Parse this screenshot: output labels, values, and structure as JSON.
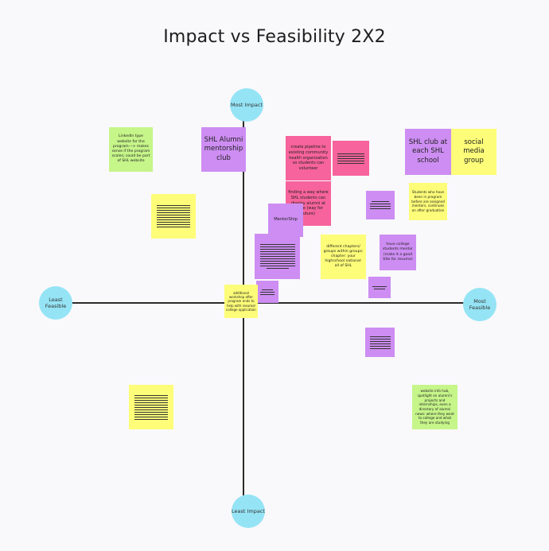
{
  "title": "Impact vs Feasibility 2X2",
  "axes": {
    "top": "Most Impact",
    "bottom": "Least Impact",
    "left": "Least Feasible",
    "right": "Most Feasible"
  },
  "notes": {
    "linkedin": "LinkedIn type website for the program---> makes sense if the program scales; could be part of SHL website",
    "alumni_mentorship": "SHL Alumni mentorship club",
    "pipeline": "create pipeline to existing community health organization so students can volunteer",
    "finding_way": "finding a way where SHL students can display alumni at nicole (way for future)",
    "mentorship_partial": "MentorShip",
    "shl_club": "SHL club at each SHL school",
    "social_media": "social media group",
    "students_program": "Students who have been in program before are assigned mentors, continues on after graduation",
    "chapters": "different chapters/ groups within groups: chapter: your highschool national: all of SHL",
    "college_students": "have college students mentor (make it a good title for resume)",
    "additional_workshop": "additional workshop after program ends to help with resume/ college application",
    "website_info": "website info hub, spotlight on alumni's projects and internships, even a directory of alumni news: where they went to college and what they are studying"
  },
  "colors": {
    "yellow": "#fdfd79",
    "green": "#c6f58a",
    "purple": "#cd8df2",
    "pink": "#f7639c",
    "node": "#95e4f5"
  }
}
